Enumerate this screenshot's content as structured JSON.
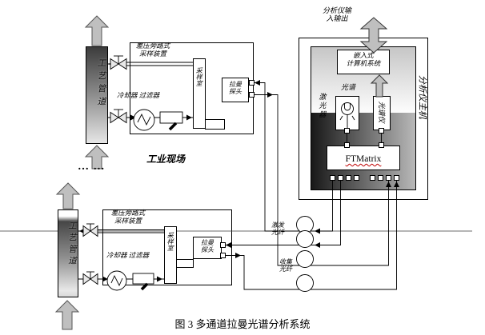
{
  "caption": "图 3 多通道拉曼光谱分析系统",
  "site": {
    "label": "工业现场",
    "ellipsis": "… …",
    "systems": [
      {
        "pipeline": "工艺管道",
        "device_line1": "差压旁路式",
        "device_line2": "采样装置",
        "cooler_filter": "冷却器  过滤器",
        "chamber": "采样室",
        "probe_line1": "拉曼",
        "probe_line2": "探头"
      },
      {
        "pipeline": "工艺管道",
        "device_line1": "差压旁路式",
        "device_line2": "采样装置",
        "cooler_filter": "冷却器  过滤器",
        "chamber": "采样室",
        "probe_line1": "拉曼",
        "probe_line2": "探头"
      }
    ]
  },
  "analyzer": {
    "io_line1": "分析仪输",
    "io_line2": "入输出",
    "host": "分析仪主机",
    "computer_line1": "嵌入式",
    "computer_line2": "计算机系统",
    "spectrum": "光谱",
    "laser": "激光器",
    "spectrometer": "光谱仪",
    "module": "FTMatrix"
  },
  "fibers": {
    "excitation_line1": "激发",
    "excitation_line2": "光纤",
    "collection_line1": "收集",
    "collection_line2": "光纤"
  },
  "colors": {
    "line": "#000000",
    "flow_arrow": "#bfbfbf",
    "spellcheck_underline": "#c00000"
  }
}
